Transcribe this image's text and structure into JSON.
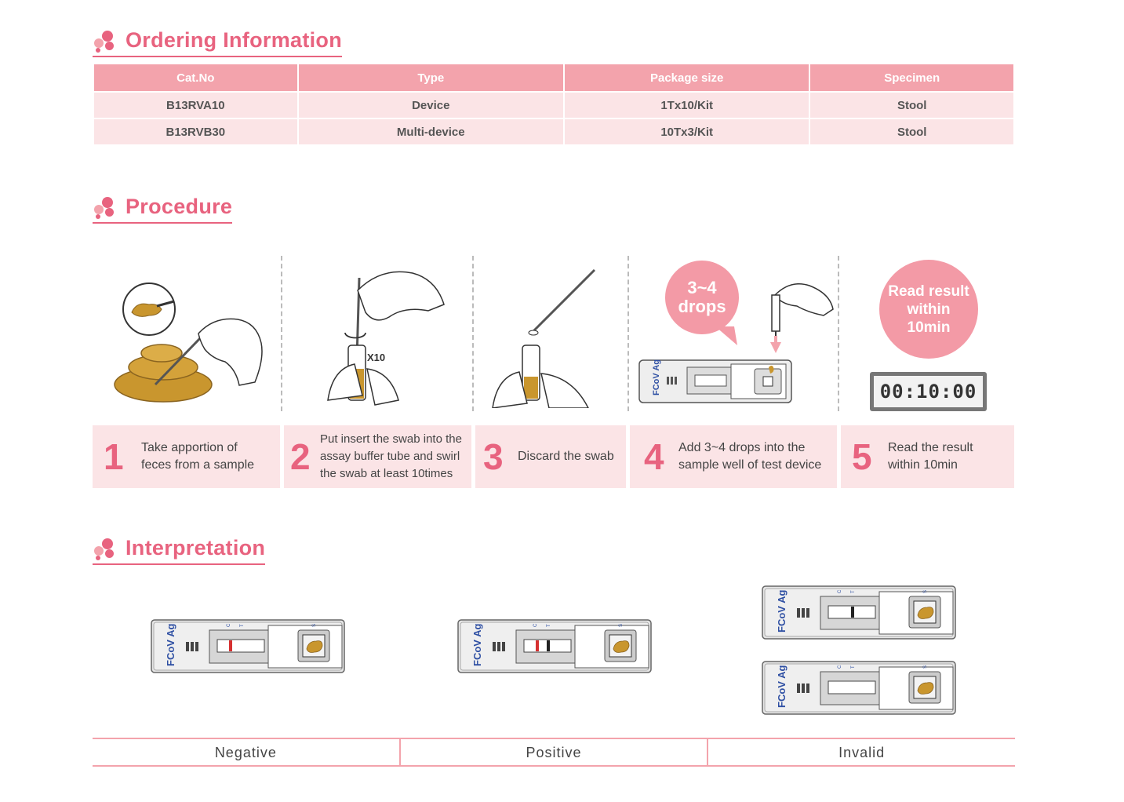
{
  "sections": {
    "ordering": "Ordering Information",
    "procedure": "Procedure",
    "interpretation": "Interpretation"
  },
  "ordering_table": {
    "headers": [
      "Cat.No",
      "Type",
      "Package size",
      "Specimen"
    ],
    "rows": [
      [
        "B13RVA10",
        "Device",
        "1Tx10/Kit",
        "Stool"
      ],
      [
        "B13RVB30",
        "Multi-device",
        "10Tx3/Kit",
        "Stool"
      ]
    ]
  },
  "procedure": {
    "x10_label": "X10",
    "drops_bubble": [
      "3~4",
      "drops"
    ],
    "read_bubble": [
      "Read result",
      "within",
      "10min"
    ],
    "timer": "00:10:00",
    "device_label": "FCoV Ag",
    "steps": [
      {
        "num": "1",
        "lines": [
          "Take apportion of",
          "feces from a sample"
        ]
      },
      {
        "num": "2",
        "lines": [
          "Put insert the swab into the",
          "assay buffer tube and swirl",
          "the swab at least 10times"
        ]
      },
      {
        "num": "3",
        "lines": [
          "Discard the swab"
        ]
      },
      {
        "num": "4",
        "lines": [
          "Add 3~4 drops into the",
          "sample well of test device"
        ]
      },
      {
        "num": "5",
        "lines": [
          "Read the result",
          "within 10min"
        ]
      }
    ]
  },
  "interpretation": {
    "results": [
      "Negative",
      "Positive",
      "Invalid"
    ],
    "device_label": "FCoV Ag",
    "window_labels": [
      "C",
      "T",
      "S"
    ]
  },
  "colors": {
    "accent": "#e8637f",
    "header_pink": "#f3a3ac",
    "row_pink": "#fbe4e6",
    "stool": "#c9962e",
    "device_blue": "#2e4fa3"
  }
}
